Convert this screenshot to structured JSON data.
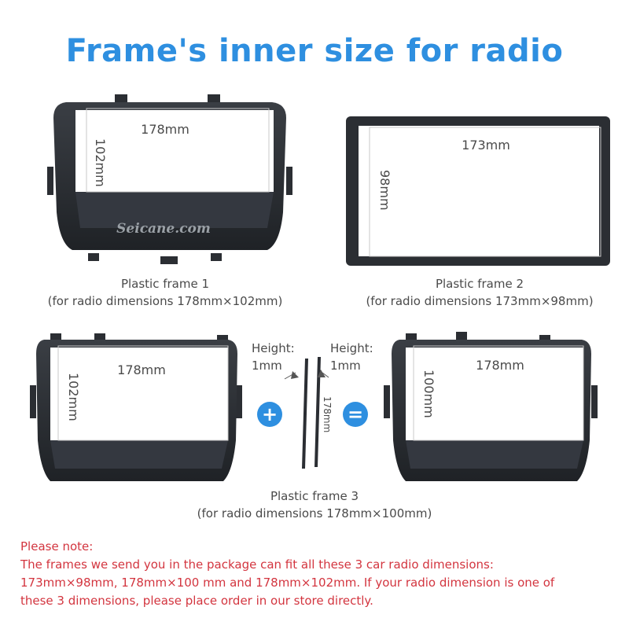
{
  "title": "Frame's inner size for radio",
  "frames": [
    {
      "id": "frame-1",
      "width_label": "178mm",
      "height_label": "102mm",
      "watermark": "Seicane.com",
      "caption_line1": "Plastic frame 1",
      "caption_line2": "(for radio dimensions 178mm×102mm)"
    },
    {
      "id": "frame-2",
      "width_label": "173mm",
      "height_label": "98mm",
      "caption_line1": "Plastic frame 2",
      "caption_line2": "(for radio dimensions 173mm×98mm)"
    },
    {
      "id": "frame-3-base",
      "width_label": "178mm",
      "height_label": "102mm"
    },
    {
      "id": "frame-3-result",
      "width_label": "178mm",
      "height_label": "100mm",
      "caption_line1": "Plastic frame 3",
      "caption_line2": "(for radio dimensions 178mm×100mm)"
    }
  ],
  "spacers": {
    "left_label_line1": "Height:",
    "left_label_line2": "1mm",
    "right_label_line1": "Height:",
    "right_label_line2": "1mm",
    "length_label": "178mm"
  },
  "operators": {
    "plus": "+",
    "equals": "="
  },
  "colors": {
    "title": "#2e8fe0",
    "operator": "#2e8fe0",
    "frame_body": "#2b2e33",
    "note": "#d3353f",
    "caption": "#4a4a4a"
  },
  "note": {
    "heading": "Please note:",
    "line1": "The frames we send you in the package can fit all these 3 car radio dimensions:",
    "line2": "173mm×98mm,  178mm×100 mm and  178mm×102mm. If your radio dimension is one of",
    "line3": "these 3 dimensions, please place order in our store directly."
  }
}
